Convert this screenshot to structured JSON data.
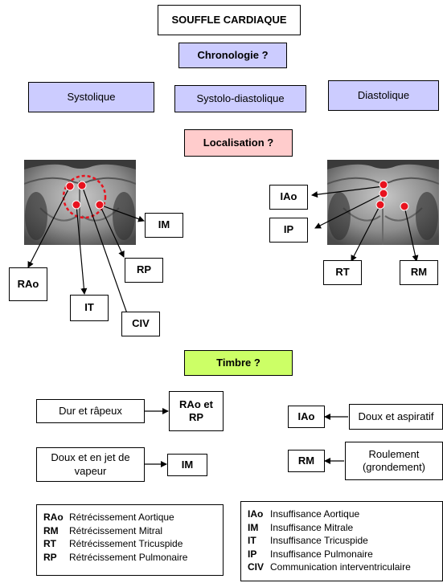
{
  "header": {
    "title": "SOUFFLE CARDIAQUE",
    "chronologie": "Chronologie ?",
    "systolique": "Systolique",
    "systolo_diastolique": "Systolo-diastolique",
    "diastolique": "Diastolique",
    "localisation": "Localisation ?"
  },
  "left_labels": {
    "im": "IM",
    "rp": "RP",
    "rao": "RAo",
    "it": "IT",
    "civ": "CIV"
  },
  "right_labels": {
    "iao": "IAo",
    "ip": "IP",
    "rt": "RT",
    "rm": "RM"
  },
  "timbre": {
    "title": "Timbre ?",
    "dur": "Dur et râpeux",
    "rao_rp": "RAo et\nRP",
    "doux_jet": "Doux et en jet de\nvapeur",
    "im": "IM",
    "iao": "IAo",
    "doux_aspiratif": "Doux et aspiratif",
    "rm": "RM",
    "roulement": "Roulement\n(grondement)"
  },
  "legend_left": [
    {
      "abbr": "RAo",
      "text": "Rétrécissement Aortique"
    },
    {
      "abbr": "RM",
      "text": "Rétrécissement Mitral"
    },
    {
      "abbr": "RT",
      "text": "Rétrécissement Tricuspide"
    },
    {
      "abbr": "RP",
      "text": "Rétrécissement Pulmonaire"
    }
  ],
  "legend_right": [
    {
      "abbr": "IAo",
      "text": "Insuffisance Aortique"
    },
    {
      "abbr": "IM",
      "text": "Insuffisance Mitrale"
    },
    {
      "abbr": "IT",
      "text": "Insuffisance Tricuspide"
    },
    {
      "abbr": "IP",
      "text": "Insuffisance Pulmonaire"
    },
    {
      "abbr": "CIV",
      "text": "Communication interventriculaire"
    }
  ],
  "colors": {
    "lavender": "#ccccff",
    "pink": "#ffcccc",
    "green": "#ccff66",
    "marker_red": "#e8121e"
  }
}
